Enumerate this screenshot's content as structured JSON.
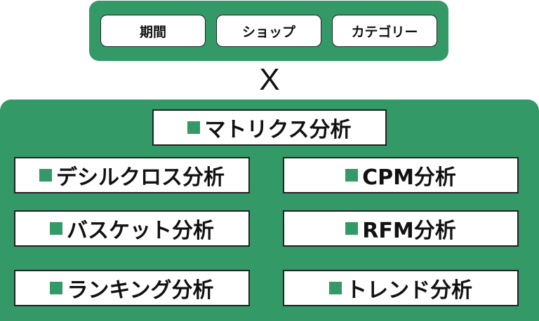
{
  "colors": {
    "panel_green": "#339966",
    "box_fill": "#ffffff",
    "border": "#222222",
    "text": "#111111"
  },
  "dimensions": [
    "期間",
    "ショップ",
    "カテゴリー"
  ],
  "operator": "X",
  "bullet_icon": "green-square-icon",
  "analyses": {
    "matrix": "マトリクス分析",
    "decile": "デシルクロス分析",
    "cpm": "CPM分析",
    "basket": "バスケット分析",
    "rfm": "RFM分析",
    "ranking": "ランキング分析",
    "trend": "トレンド分析"
  }
}
